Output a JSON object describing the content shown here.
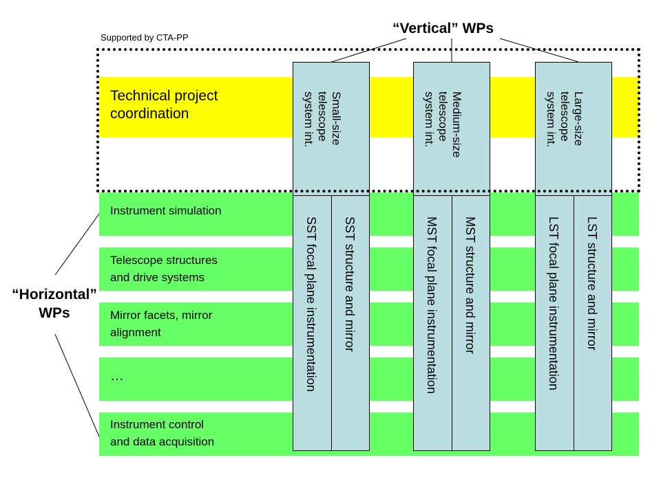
{
  "header": {
    "vertical_title": "“Vertical” WPs",
    "supported_by": "Supported by CTA-PP"
  },
  "left": {
    "horizontal_title_line1": "“Horizontal”",
    "horizontal_title_line2": "WPs"
  },
  "rows": {
    "technical_coordination": "Technical project\ncoordination",
    "instrument_simulation": "Instrument simulation",
    "telescope_structures": "Telescope structures\nand drive systems",
    "mirror_facets": "Mirror facets, mirror\nalignment",
    "ellipsis": "…",
    "instrument_control": "Instrument control\nand data acquisition"
  },
  "columns": {
    "small": {
      "system": "Small-size\ntelescope\nsystem int.",
      "focal": "SST focal plane instrumentation",
      "structure": "SST structure and mirror"
    },
    "medium": {
      "system": "Medium-size\ntelescope\nsystem int.",
      "focal": "MST focal plane instrumentation",
      "structure": "MST structure and mirror"
    },
    "large": {
      "system": "Large-size\ntelescope\nsystem int.",
      "focal": "LST focal plane instrumentation",
      "structure": "LST structure and mirror"
    }
  },
  "colors": {
    "yellow_band": "#ffff00",
    "green_band": "#66ff66",
    "column_fill": "#b9dde0"
  }
}
